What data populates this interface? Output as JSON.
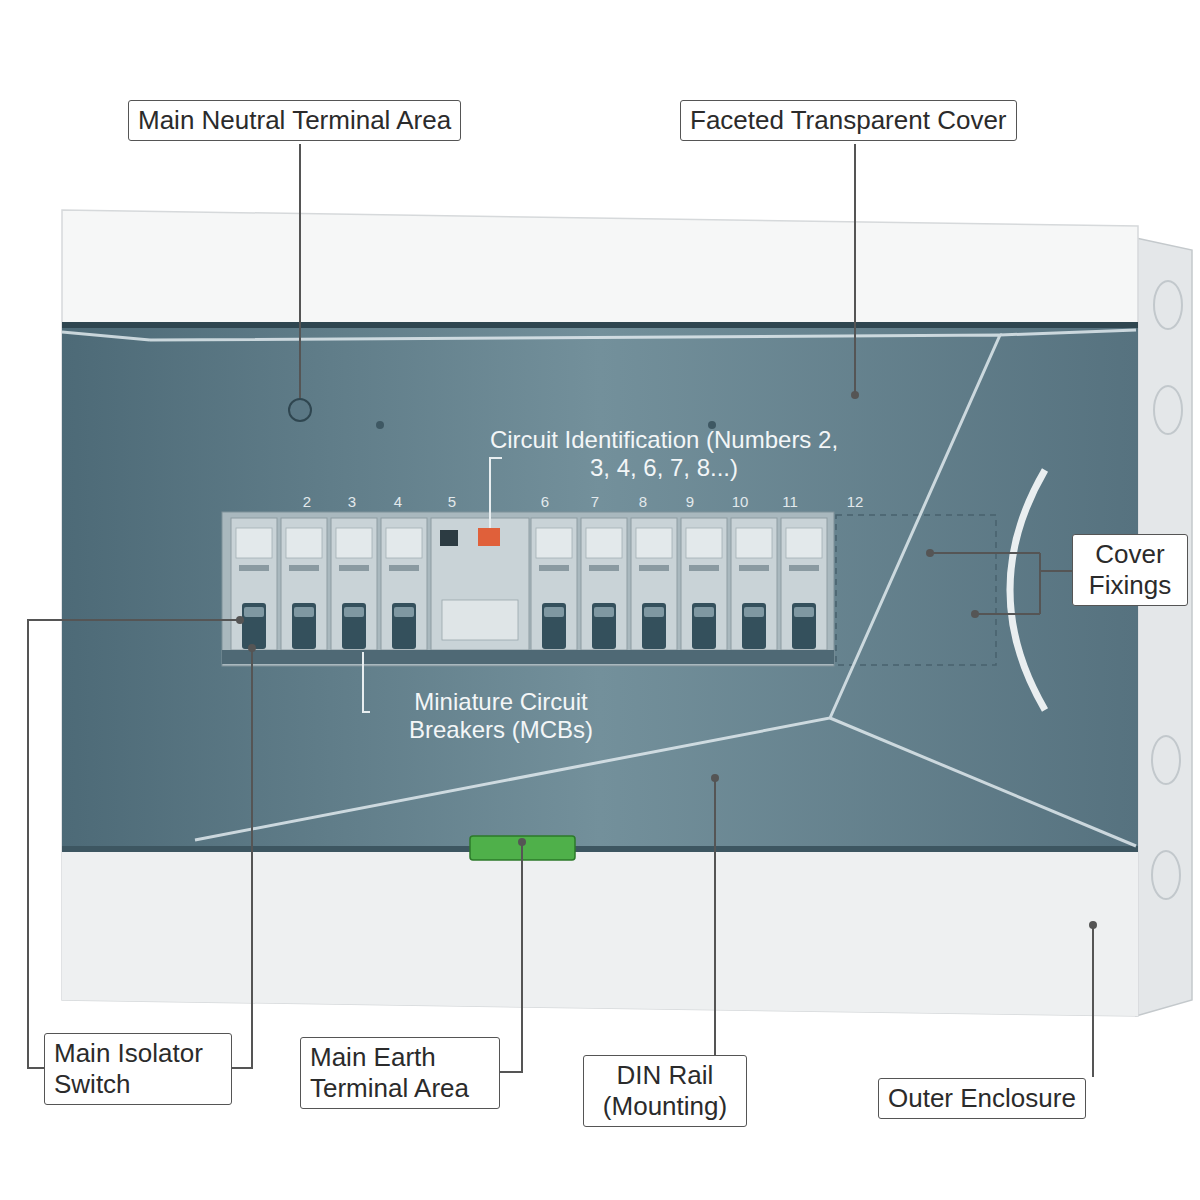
{
  "diagram": {
    "nodes": [
      {
        "text": [
          "Main Neutral Terminal Area"
        ]
      },
      {
        "text": [
          "Faceted Transparent Cover"
        ]
      },
      {
        "text": [
          "Cover Fixings"
        ]
      },
      {
        "text": [
          "Main Isolator Switch"
        ]
      },
      {
        "text": [
          "Main Earth Terminal Area"
        ]
      },
      {
        "text": [
          "DIN Rail (Mounting)"
        ]
      },
      {
        "text": [
          "Outer Enclosure"
        ]
      }
    ],
    "labels": [
      "Circuit Identification (Numbers 2, 3, 4, 6, 7, 8...)",
      "Miniature Circuit Breakers (MCBs)",
      "2",
      "3",
      "4",
      "5",
      "6",
      "7",
      "8",
      "9",
      "10",
      "11",
      "12"
    ]
  }
}
